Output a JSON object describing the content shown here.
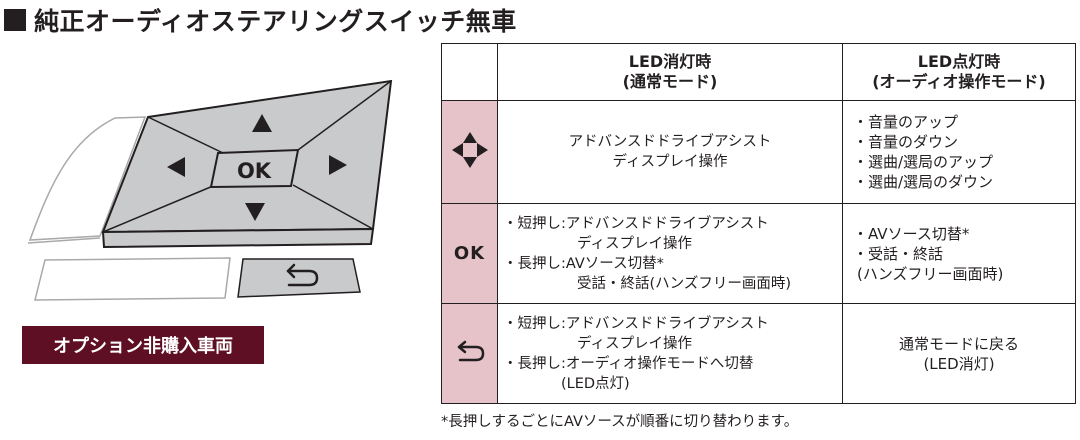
{
  "title": "純正オーディオステアリングスイッチ無車",
  "illustration": {
    "ok_label": "OK"
  },
  "badge": "オプション非購入車両",
  "table": {
    "header": {
      "col1_line1": "LED消灯時",
      "col1_line2": "(通常モード)",
      "col2_line1": "LED点灯時",
      "col2_line2": "(オーディオ操作モード)"
    },
    "rows": [
      {
        "icon": "direction-pad-icon",
        "col1": [
          "アドバンスドドライブアシスト",
          "ディスプレイ操作"
        ],
        "col2": [
          "・音量のアップ",
          "・音量のダウン",
          "・選曲/選局のアップ",
          "・選曲/選局のダウン"
        ]
      },
      {
        "icon": "ok-button-icon",
        "icon_text": "OK",
        "col1": [
          "・短押し:アドバンスドドライブアシスト",
          "ディスプレイ操作",
          "・長押し:AVソース切替*",
          "受話・終話(ハンズフリー画面時)"
        ],
        "col2": [
          "・AVソース切替*",
          "・受話・終話",
          "(ハンズフリー画面時)"
        ]
      },
      {
        "icon": "return-arrow-icon",
        "col1": [
          "・短押し:アドバンスドドライブアシスト",
          "ディスプレイ操作",
          "・長押し:オーディオ操作モードへ切替",
          "(LED点灯)"
        ],
        "col2": [
          "通常モードに戻る",
          "(LED消灯)"
        ]
      }
    ]
  },
  "footnote": "*長押しするごとにAVソースが順番に切り替わります。",
  "colors": {
    "icon_cell_bg": "#e6c3c9",
    "badge_bg": "#5e0f23",
    "switch_fill": "#c9cacb",
    "line": "#231f20"
  }
}
